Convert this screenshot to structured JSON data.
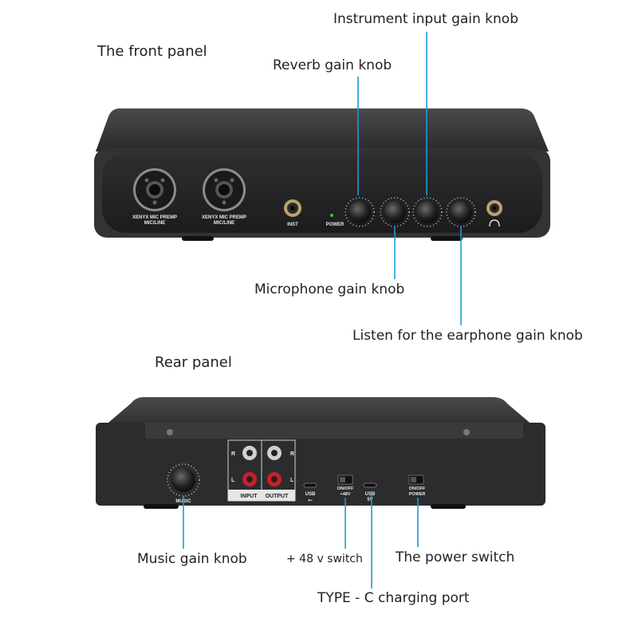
{
  "headings": {
    "front": "The front panel",
    "rear": "Rear panel"
  },
  "callouts": {
    "instrument_gain": "Instrument input gain knob",
    "reverb_gain": "Reverb gain knob",
    "mic_gain": "Microphone gain knob",
    "earphone_gain": "Listen for the earphone gain knob",
    "music_gain": "Music gain knob",
    "switch_48v": "+ 48 v switch",
    "power_switch": "The power switch",
    "typec_port": "TYPE - C charging port"
  },
  "front_panel_print": {
    "preamp_1": "XENYX MIC PREMP",
    "preamp_1_sub": "MIC/LINE",
    "preamp_2": "XENYX MIC PREMP",
    "preamp_2_sub": "MIC/LINE",
    "inst": "INST",
    "power": "POWER"
  },
  "rear_panel_print": {
    "music": "MUSIC",
    "r_left": "R",
    "l_left": "L",
    "r_right": "R",
    "l_right": "L",
    "input": "INPUT",
    "output": "OUTPUT",
    "usb_1": "USB",
    "switch_48v": "ON/OFF",
    "switch_48v_sub": "+48V",
    "usb_2": "USB",
    "usb_2_sub": "5V",
    "power_switch": "ON/OFF",
    "power_switch_sub": "POWER"
  },
  "colors": {
    "callout_line": "#1e9ad6",
    "device_body": "#2b2b2d",
    "device_face": "#1a1a1c",
    "rca_red": "#c8202a"
  }
}
